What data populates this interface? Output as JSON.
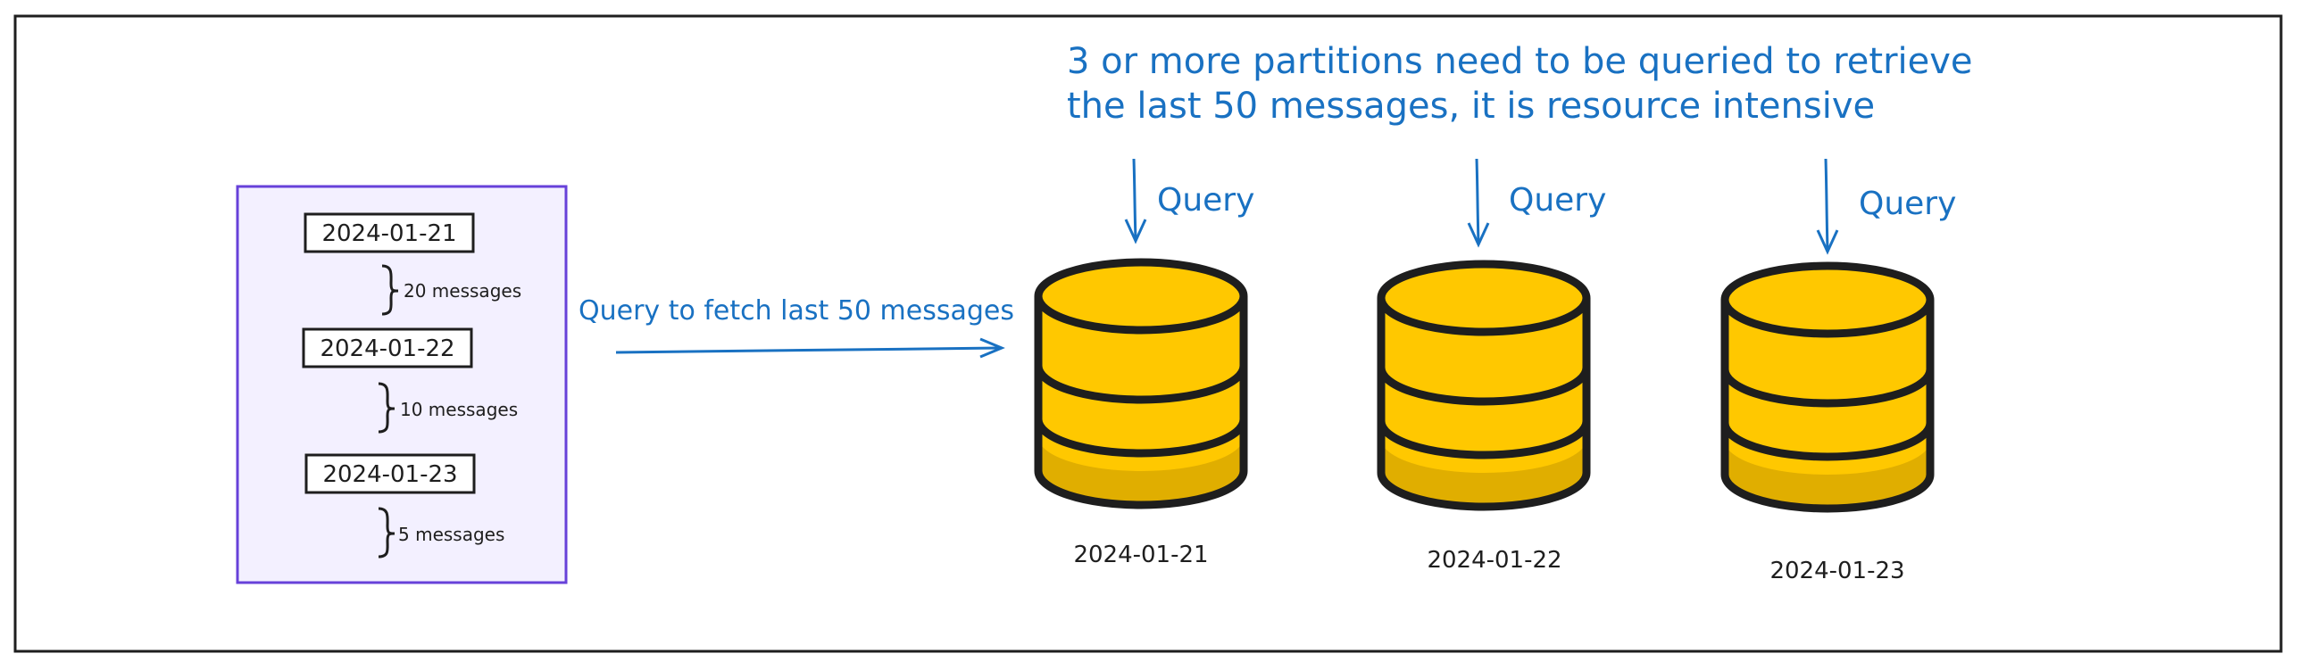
{
  "annotation": {
    "line1": "3 or more partitions need to be queried to retrieve",
    "line2": "the last 50 messages, it is resource intensive"
  },
  "query_label": "Query",
  "main_arrow_label": "Query to fetch last 50 messages",
  "left_panel": {
    "entries": [
      {
        "date": "2024-01-21",
        "count": "20 messages"
      },
      {
        "date": "2024-01-22",
        "count": "10 messages"
      },
      {
        "date": "2024-01-23",
        "count": "5 messages"
      }
    ]
  },
  "databases": [
    {
      "label": "2024-01-21"
    },
    {
      "label": "2024-01-22"
    },
    {
      "label": "2024-01-23"
    }
  ],
  "colors": {
    "accent_blue": "#1971c2",
    "panel_fill": "#f3f0ff",
    "panel_stroke": "#6741d9",
    "db_fill": "#ffc800",
    "db_shade": "#e0ae00",
    "ink": "#1e1e1e"
  }
}
